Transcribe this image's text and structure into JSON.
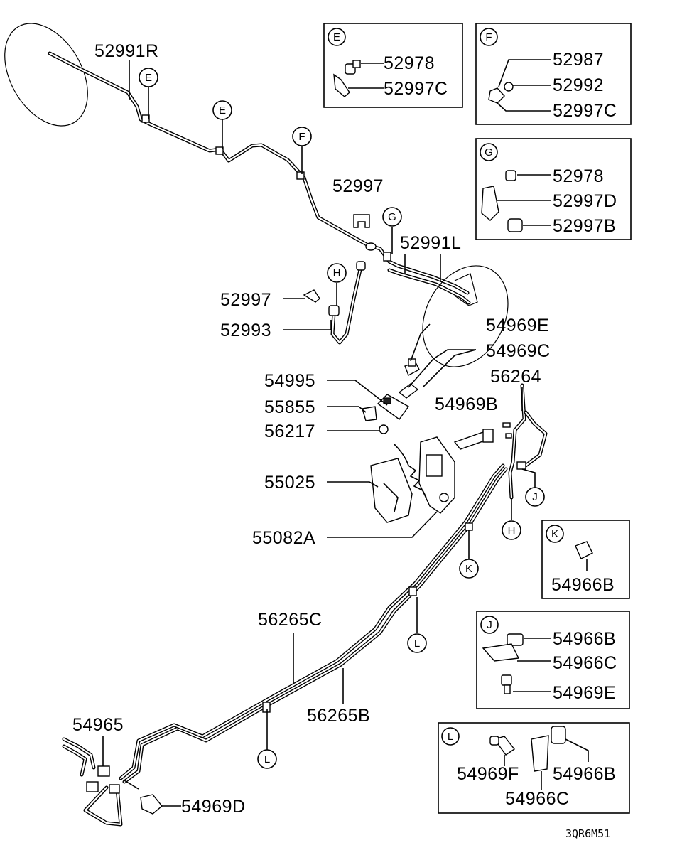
{
  "diagram_code": "3QR6M51",
  "callout_letters": {
    "E1": "E",
    "E2": "E",
    "F": "F",
    "G": "G",
    "H1": "H",
    "H2": "H",
    "J": "J",
    "K": "K",
    "L1": "L",
    "L2": "L"
  },
  "main_labels": {
    "p52991R": "52991R",
    "p52997_top": "52997",
    "p52991L": "52991L",
    "p52997_mid": "52997",
    "p52993": "52993",
    "p54969E": "54969E",
    "p54969C": "54969C",
    "p56264": "56264",
    "p54995": "54995",
    "p55855": "55855",
    "p54969B": "54969B",
    "p56217": "56217",
    "p55025": "55025",
    "p55082A": "55082A",
    "p56265C": "56265C",
    "p56265B": "56265B",
    "p54965": "54965",
    "p54969D": "54969D"
  },
  "detail_boxes": {
    "E": {
      "letter": "E",
      "parts": [
        "52978",
        "52997C"
      ]
    },
    "F": {
      "letter": "F",
      "parts": [
        "52987",
        "52992",
        "52997C"
      ]
    },
    "G": {
      "letter": "G",
      "parts": [
        "52978",
        "52997D",
        "52997B"
      ]
    },
    "K": {
      "letter": "K",
      "parts": [
        "54966B"
      ]
    },
    "J": {
      "letter": "J",
      "parts": [
        "54966B",
        "54966C",
        "54969E"
      ]
    },
    "L": {
      "letter": "L",
      "parts": [
        "54969F",
        "54966B",
        "54966C"
      ]
    }
  }
}
